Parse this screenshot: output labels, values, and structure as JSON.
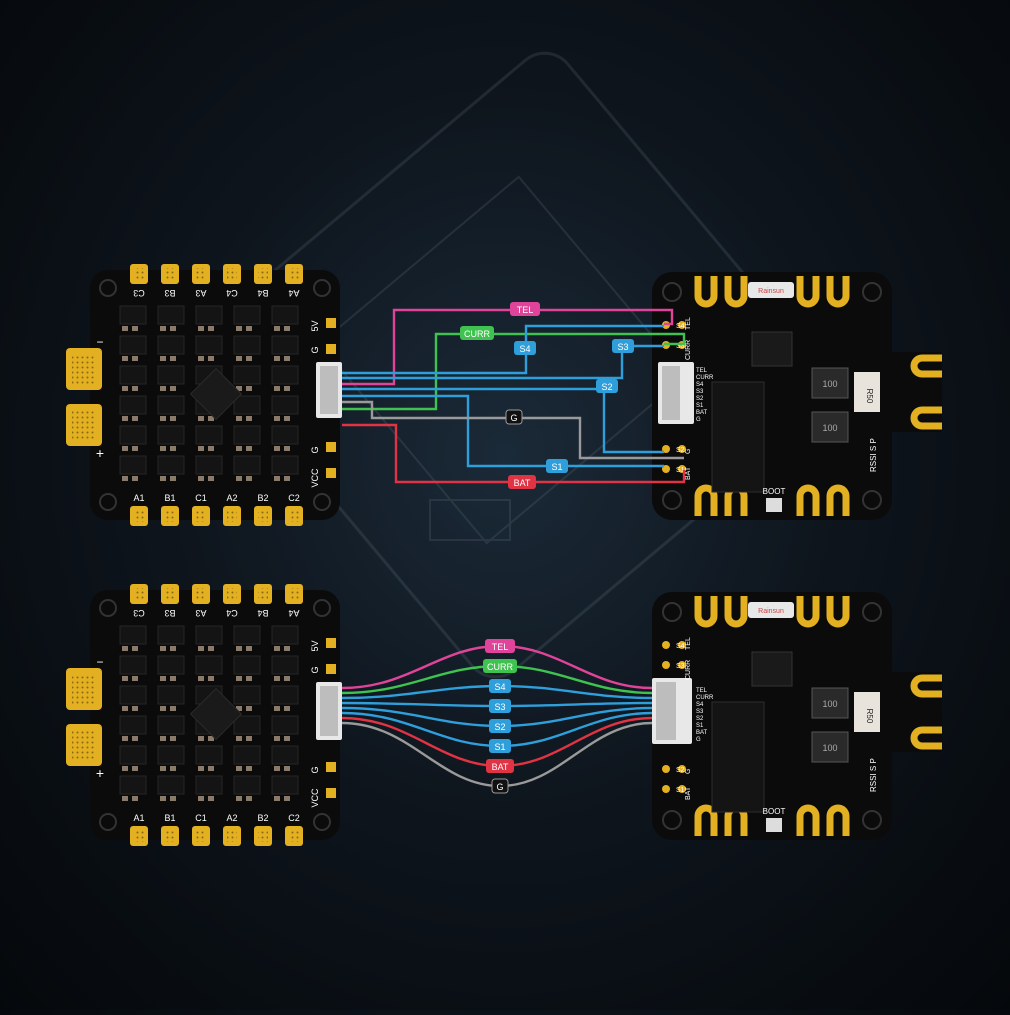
{
  "colors": {
    "tel": "#e0449a",
    "curr": "#3fc24f",
    "signal": "#2f9fdc",
    "gnd": "#9a9a9a",
    "bat": "#e03344",
    "pad_gold": "#e3b021",
    "board": "#0b0b0b"
  },
  "wire_labels": {
    "tel": "TEL",
    "curr": "CURR",
    "s4": "S4",
    "s3": "S3",
    "s2": "S2",
    "s1": "S1",
    "g": "G",
    "bat": "BAT"
  },
  "esc_board": {
    "top_pads": [
      "C3",
      "B3",
      "A3",
      "C4",
      "B4",
      "A4"
    ],
    "bottom_pads": [
      "A1",
      "B1",
      "C1",
      "A2",
      "B2",
      "C2"
    ],
    "side_top": [
      "5V",
      "G"
    ],
    "side_bottom": [
      "G",
      "VCC"
    ],
    "minus": "−",
    "plus": "+"
  },
  "fc_board": {
    "pins_top": [
      "S4",
      "S3"
    ],
    "pins_top_tel": "TEL",
    "pins_top_curr": "CURR",
    "pins_bottom": [
      "S2",
      "S1"
    ],
    "pins_bottom_g": "G",
    "pins_bottom_bat": "BAT",
    "connector_labels": [
      "TEL",
      "CURR",
      "S4",
      "S3",
      "S2",
      "S1",
      "BAT",
      "G"
    ],
    "boot": "BOOT",
    "rssi_sp": "RSSI S P",
    "brand": "Rainsun",
    "inductor": "100",
    "inductor_side": "R50"
  }
}
